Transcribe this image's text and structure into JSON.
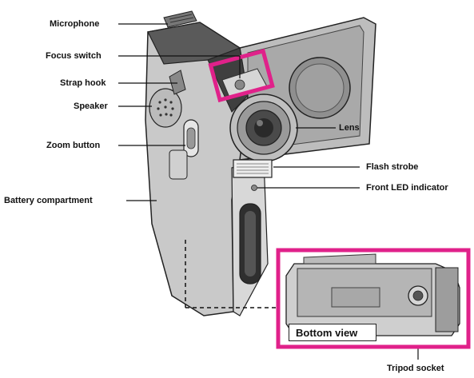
{
  "labels": {
    "microphone": "Microphone",
    "focus_switch": "Focus switch",
    "strap_hook": "Strap hook",
    "speaker": "Speaker",
    "zoom_button": "Zoom button",
    "battery_compartment": "Battery compartment",
    "lens": "Lens",
    "flash_strobe": "Flash strobe",
    "front_led_indicator": "Front LED indicator",
    "bottom_view": "Bottom view",
    "tripod_socket": "Tripod socket"
  },
  "colors": {
    "highlight": "#e0218a",
    "body_dark": "#4a4a4a",
    "body_mid": "#9a9a9a",
    "body_light": "#cfcfcf",
    "outline": "#222222"
  }
}
